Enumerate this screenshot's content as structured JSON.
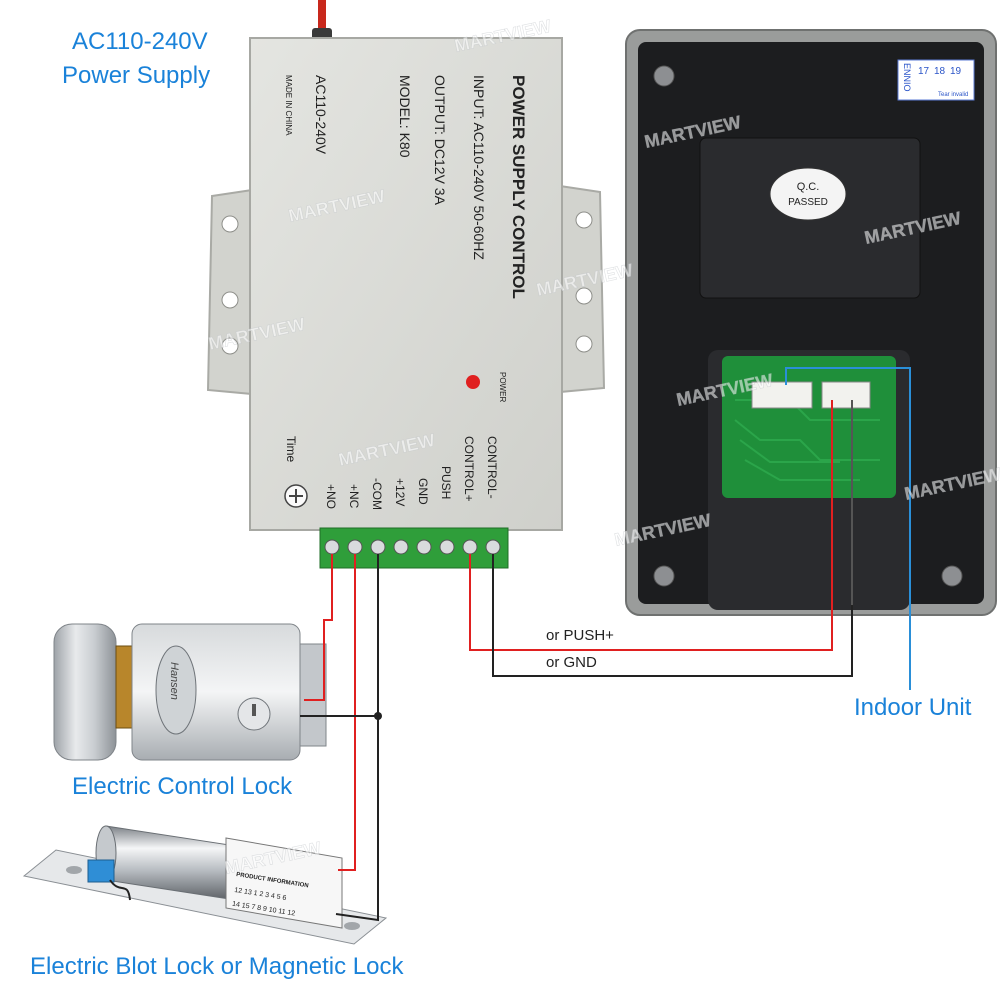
{
  "labels": {
    "power_supply_line1": "AC110-240V",
    "power_supply_line2": "Power Supply",
    "indoor_unit": "Indoor Unit",
    "electric_control_lock": "Electric Control Lock",
    "electric_bolt_lock": "Electric Blot Lock or Magnetic Lock",
    "or_push": "or PUSH+",
    "or_gnd": "or GND"
  },
  "power_supply_panel": {
    "title": "POWER SUPPLY CONTROL",
    "input": "INPUT: AC110-240V 50-60HZ",
    "output": "OUTPUT: DC12V 3A",
    "model": "MODEL: K80",
    "ac": "AC110-240V",
    "made_in": "MADE IN CHINA",
    "power_led": "POWER",
    "time": "Time",
    "terminals": [
      "+NO",
      "+NC",
      "-COM",
      "+12V",
      "GND",
      "PUSH",
      "CONTROL+",
      "CONTROL-"
    ]
  },
  "indoor_unit_panel": {
    "qc_line1": "Q.C.",
    "qc_line2": "PASSED",
    "sticker_brand": "ENNIO",
    "sticker_numbers": [
      "17",
      "18",
      "19"
    ],
    "sticker_note": "Tear invalid"
  },
  "bolt_lock": {
    "info_title": "PRODUCT INFORMATION",
    "info_row1": [
      "12",
      "13",
      "1",
      "2",
      "3",
      "4",
      "5",
      "6"
    ],
    "info_row2": [
      "14",
      "15",
      "7",
      "8",
      "9",
      "10",
      "11",
      "12"
    ]
  },
  "control_lock": {
    "brand": "Hansen"
  },
  "watermark": "MARTVIEW",
  "colors": {
    "label_blue": "#1a82d9",
    "wire_red": "#e02020",
    "wire_black": "#222222",
    "terminal_green": "#2f9e3a",
    "indoor_blue_wire": "#2a8fd8"
  }
}
